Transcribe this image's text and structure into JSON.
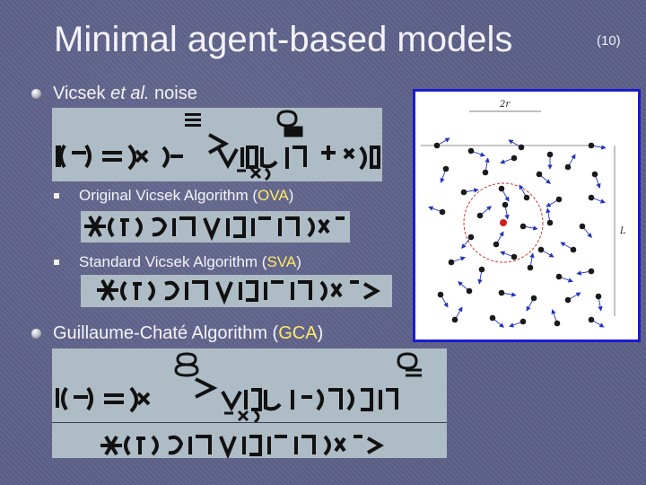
{
  "slide": {
    "title": "Minimal agent-based models",
    "equation_number": "(10)"
  },
  "bullets": {
    "vicsek": {
      "prefix": "Vicsek ",
      "italic": "et al.",
      "suffix": " noise"
    },
    "ova": {
      "prefix": "Original Vicsek Algorithm (",
      "abbr": "OVA",
      "suffix": ")"
    },
    "sva": {
      "prefix": "Standard Vicsek Algorithm (",
      "abbr": "SVA",
      "suffix": ")"
    },
    "gca": {
      "prefix": "Guillaume-Chaté Algorithm (",
      "abbr": "GCA",
      "suffix": ")"
    }
  },
  "figure": {
    "radius_label": "2r",
    "side_label": "L",
    "colors": {
      "agent": "#1a1a1a",
      "arrow": "#2233bb",
      "focal": "#cc2222"
    }
  },
  "colors": {
    "accent": "#ffea6b",
    "frame": "#1b1bd0",
    "equation_bg": "#aebcc6"
  }
}
